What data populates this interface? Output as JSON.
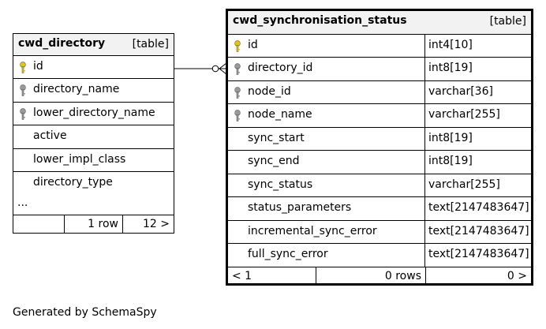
{
  "tables": {
    "cwd_directory": {
      "name": "cwd_directory",
      "type": "[table]",
      "columns": [
        {
          "name": "id",
          "key": "primary"
        },
        {
          "name": "directory_name",
          "key": "index"
        },
        {
          "name": "lower_directory_name",
          "key": "index"
        },
        {
          "name": "active",
          "key": "none"
        },
        {
          "name": "lower_impl_class",
          "key": "none"
        },
        {
          "name": "directory_type",
          "key": "none"
        }
      ],
      "more": "...",
      "footer": {
        "left": "",
        "middle": "1 row",
        "right": "12 >"
      }
    },
    "cwd_synchronisation_status": {
      "name": "cwd_synchronisation_status",
      "type": "[table]",
      "columns": [
        {
          "name": "id",
          "type": "int4[10]",
          "key": "primary"
        },
        {
          "name": "directory_id",
          "type": "int8[19]",
          "key": "index"
        },
        {
          "name": "node_id",
          "type": "varchar[36]",
          "key": "index"
        },
        {
          "name": "node_name",
          "type": "varchar[255]",
          "key": "index"
        },
        {
          "name": "sync_start",
          "type": "int8[19]",
          "key": "none"
        },
        {
          "name": "sync_end",
          "type": "int8[19]",
          "key": "none"
        },
        {
          "name": "sync_status",
          "type": "varchar[255]",
          "key": "none"
        },
        {
          "name": "status_parameters",
          "type": "text[2147483647]",
          "key": "none"
        },
        {
          "name": "incremental_sync_error",
          "type": "text[2147483647]",
          "key": "none"
        },
        {
          "name": "full_sync_error",
          "type": "text[2147483647]",
          "key": "none"
        }
      ],
      "footer": {
        "left": "< 1",
        "middle": "0 rows",
        "right": "0 >"
      }
    }
  },
  "colors": {
    "primary_key": "#e6c800",
    "index_key": "#9a9a9a",
    "header_bg": "#f2f2f2"
  },
  "caption": "Generated by SchemaSpy"
}
